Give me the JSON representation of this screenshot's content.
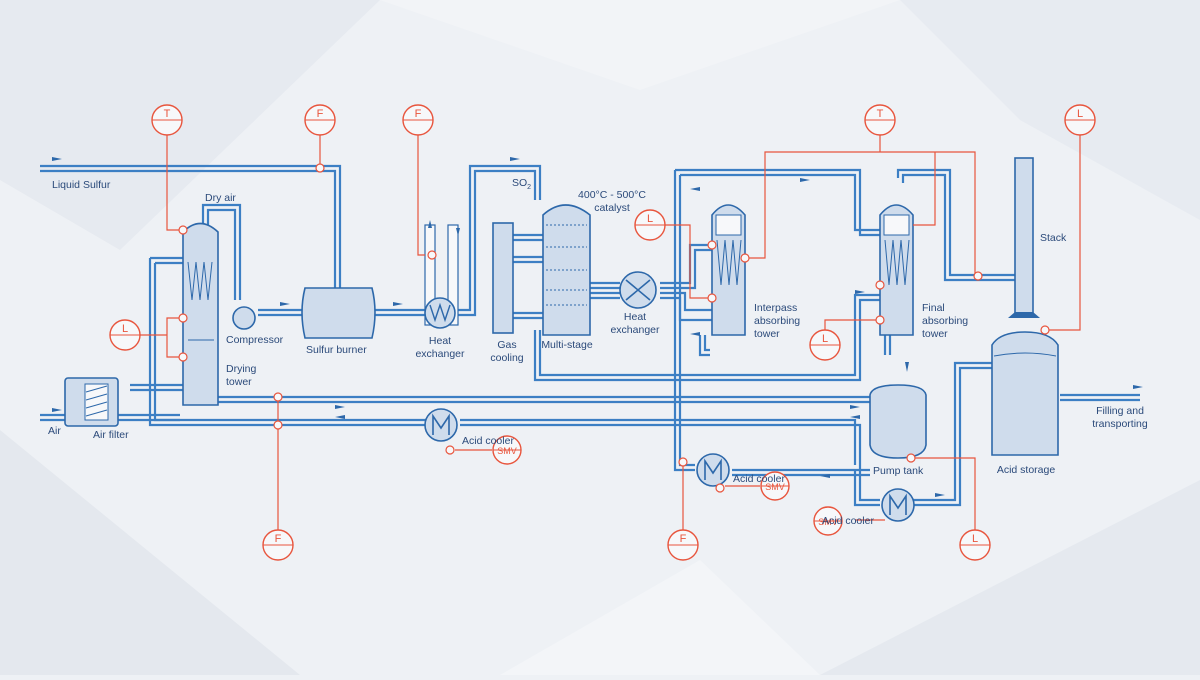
{
  "colors": {
    "pipe": "#3c7fc4",
    "vessel_fill": "#cfdcec",
    "instrument": "#e8553d",
    "background": "#eef1f5"
  },
  "labels": {
    "liquid_sulfur": "Liquid Sulfur",
    "air": "Air",
    "air_filter": "Air filter",
    "dry_air": "Dry air",
    "drying_tower_1": "Drying",
    "drying_tower_2": "tower",
    "compressor": "Compressor",
    "sulfur_burner": "Sulfur burner",
    "heat_exchanger_1a": "Heat",
    "heat_exchanger_1b": "exchanger",
    "so2": "SO",
    "so2_sub": "2",
    "catalyst_1": "400°C - 500°C",
    "catalyst_2": "catalyst",
    "gas_cooling_1": "Gas",
    "gas_cooling_2": "cooling",
    "multi_stage": "Multi-stage",
    "heat_exchanger_2a": "Heat",
    "heat_exchanger_2b": "exchanger",
    "interpass_1": "Interpass",
    "interpass_2": "absorbing",
    "interpass_3": "tower",
    "final_1": "Final",
    "final_2": "absorbing",
    "final_3": "tower",
    "stack": "Stack",
    "pump_tank": "Pump tank",
    "acid_storage": "Acid storage",
    "filling_1": "Filling and",
    "filling_2": "transporting",
    "acid_cooler_1": "Acid cooler",
    "acid_cooler_2": "Acid cooler",
    "acid_cooler_3": "Acid cooler"
  },
  "instruments": {
    "t1": "T",
    "f1": "F",
    "f2": "F",
    "l1": "L",
    "f3": "F",
    "l2": "L",
    "t2": "T",
    "l3": "L",
    "l4": "L",
    "f4": "F",
    "l5": "L",
    "smv1": "SMV",
    "smv2": "SMV",
    "smv3": "SMV"
  }
}
